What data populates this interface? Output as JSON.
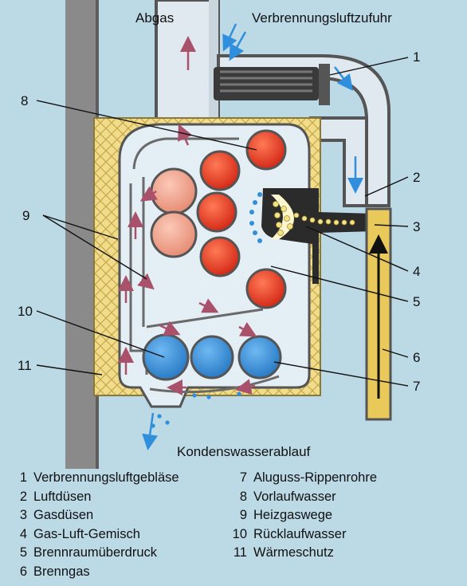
{
  "labels": {
    "abgas": "Abgas",
    "zufuhr": "Verbrennungsluftzufuhr",
    "kondens": "Kondenswasserablauf"
  },
  "callouts": [
    "1",
    "2",
    "3",
    "4",
    "5",
    "6",
    "7",
    "8",
    "9",
    "10",
    "11"
  ],
  "legend": {
    "left": [
      {
        "n": "1",
        "text": "Verbrennungsluftgebläse"
      },
      {
        "n": "2",
        "text": "Luftdüsen"
      },
      {
        "n": "3",
        "text": "Gasdüsen"
      },
      {
        "n": "4",
        "text": "Gas-Luft-Gemisch"
      },
      {
        "n": "5",
        "text": "Brennraumüberdruck"
      },
      {
        "n": "6",
        "text": "Brenngas"
      }
    ],
    "right": [
      {
        "n": "7",
        "text": "Aluguss-Rippenrohre"
      },
      {
        "n": "8",
        "text": "Vorlaufwasser"
      },
      {
        "n": "9",
        "text": "Heizgaswege"
      },
      {
        "n": "10",
        "text": "Rücklaufwasser"
      },
      {
        "n": "11",
        "text": "Wärmeschutz"
      }
    ]
  },
  "colors": {
    "background": "#bcd9e6",
    "wall": "#8a8a8a",
    "insulation": "#f0dc8a",
    "casing": "#5a5a5a",
    "chamber": "#e4eef5",
    "hot_tube": "#e23a25",
    "warm_tube": "#eea591",
    "cold_tube": "#3a8fd6",
    "gas_pipe": "#e8c95a",
    "burner": "#2b2b2b"
  }
}
